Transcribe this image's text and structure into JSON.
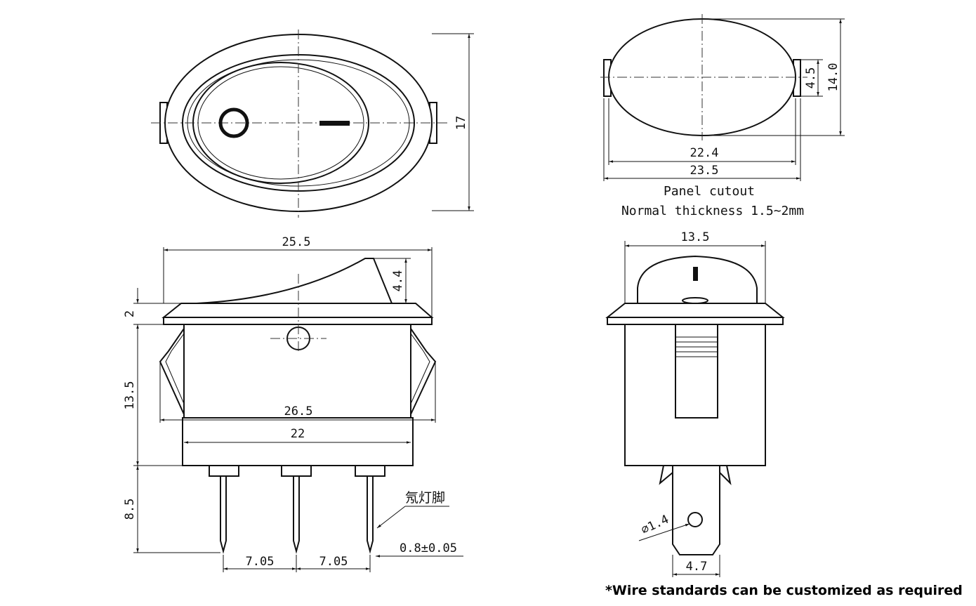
{
  "top_view": {
    "height_dim": "17"
  },
  "panel_cutout": {
    "tab_dim": "4.5",
    "height_dim": "14.0",
    "inner_width_dim": "22.4",
    "outer_width_dim": "23.5",
    "title": "Panel cutout",
    "thickness_note": "Normal thickness 1.5~2mm"
  },
  "side_view": {
    "width_dim": "25.5",
    "rocker_height_dim": "4.4",
    "flange_dim": "2",
    "body_height_dim": "13.5",
    "wing_width_dim": "26.5",
    "body_width_dim": "22",
    "pin_length_dim": "8.5",
    "pin_pitch_left": "7.05",
    "pin_pitch_right": "7.05",
    "pin_width_dim": "0.8±0.05",
    "neon_pin_label": "氖灯脚"
  },
  "front_view": {
    "width_dim": "13.5",
    "hole_dim": "⌀1.4",
    "pin_width_dim": "4.7"
  },
  "footer_note": "*Wire standards can be customized as required"
}
